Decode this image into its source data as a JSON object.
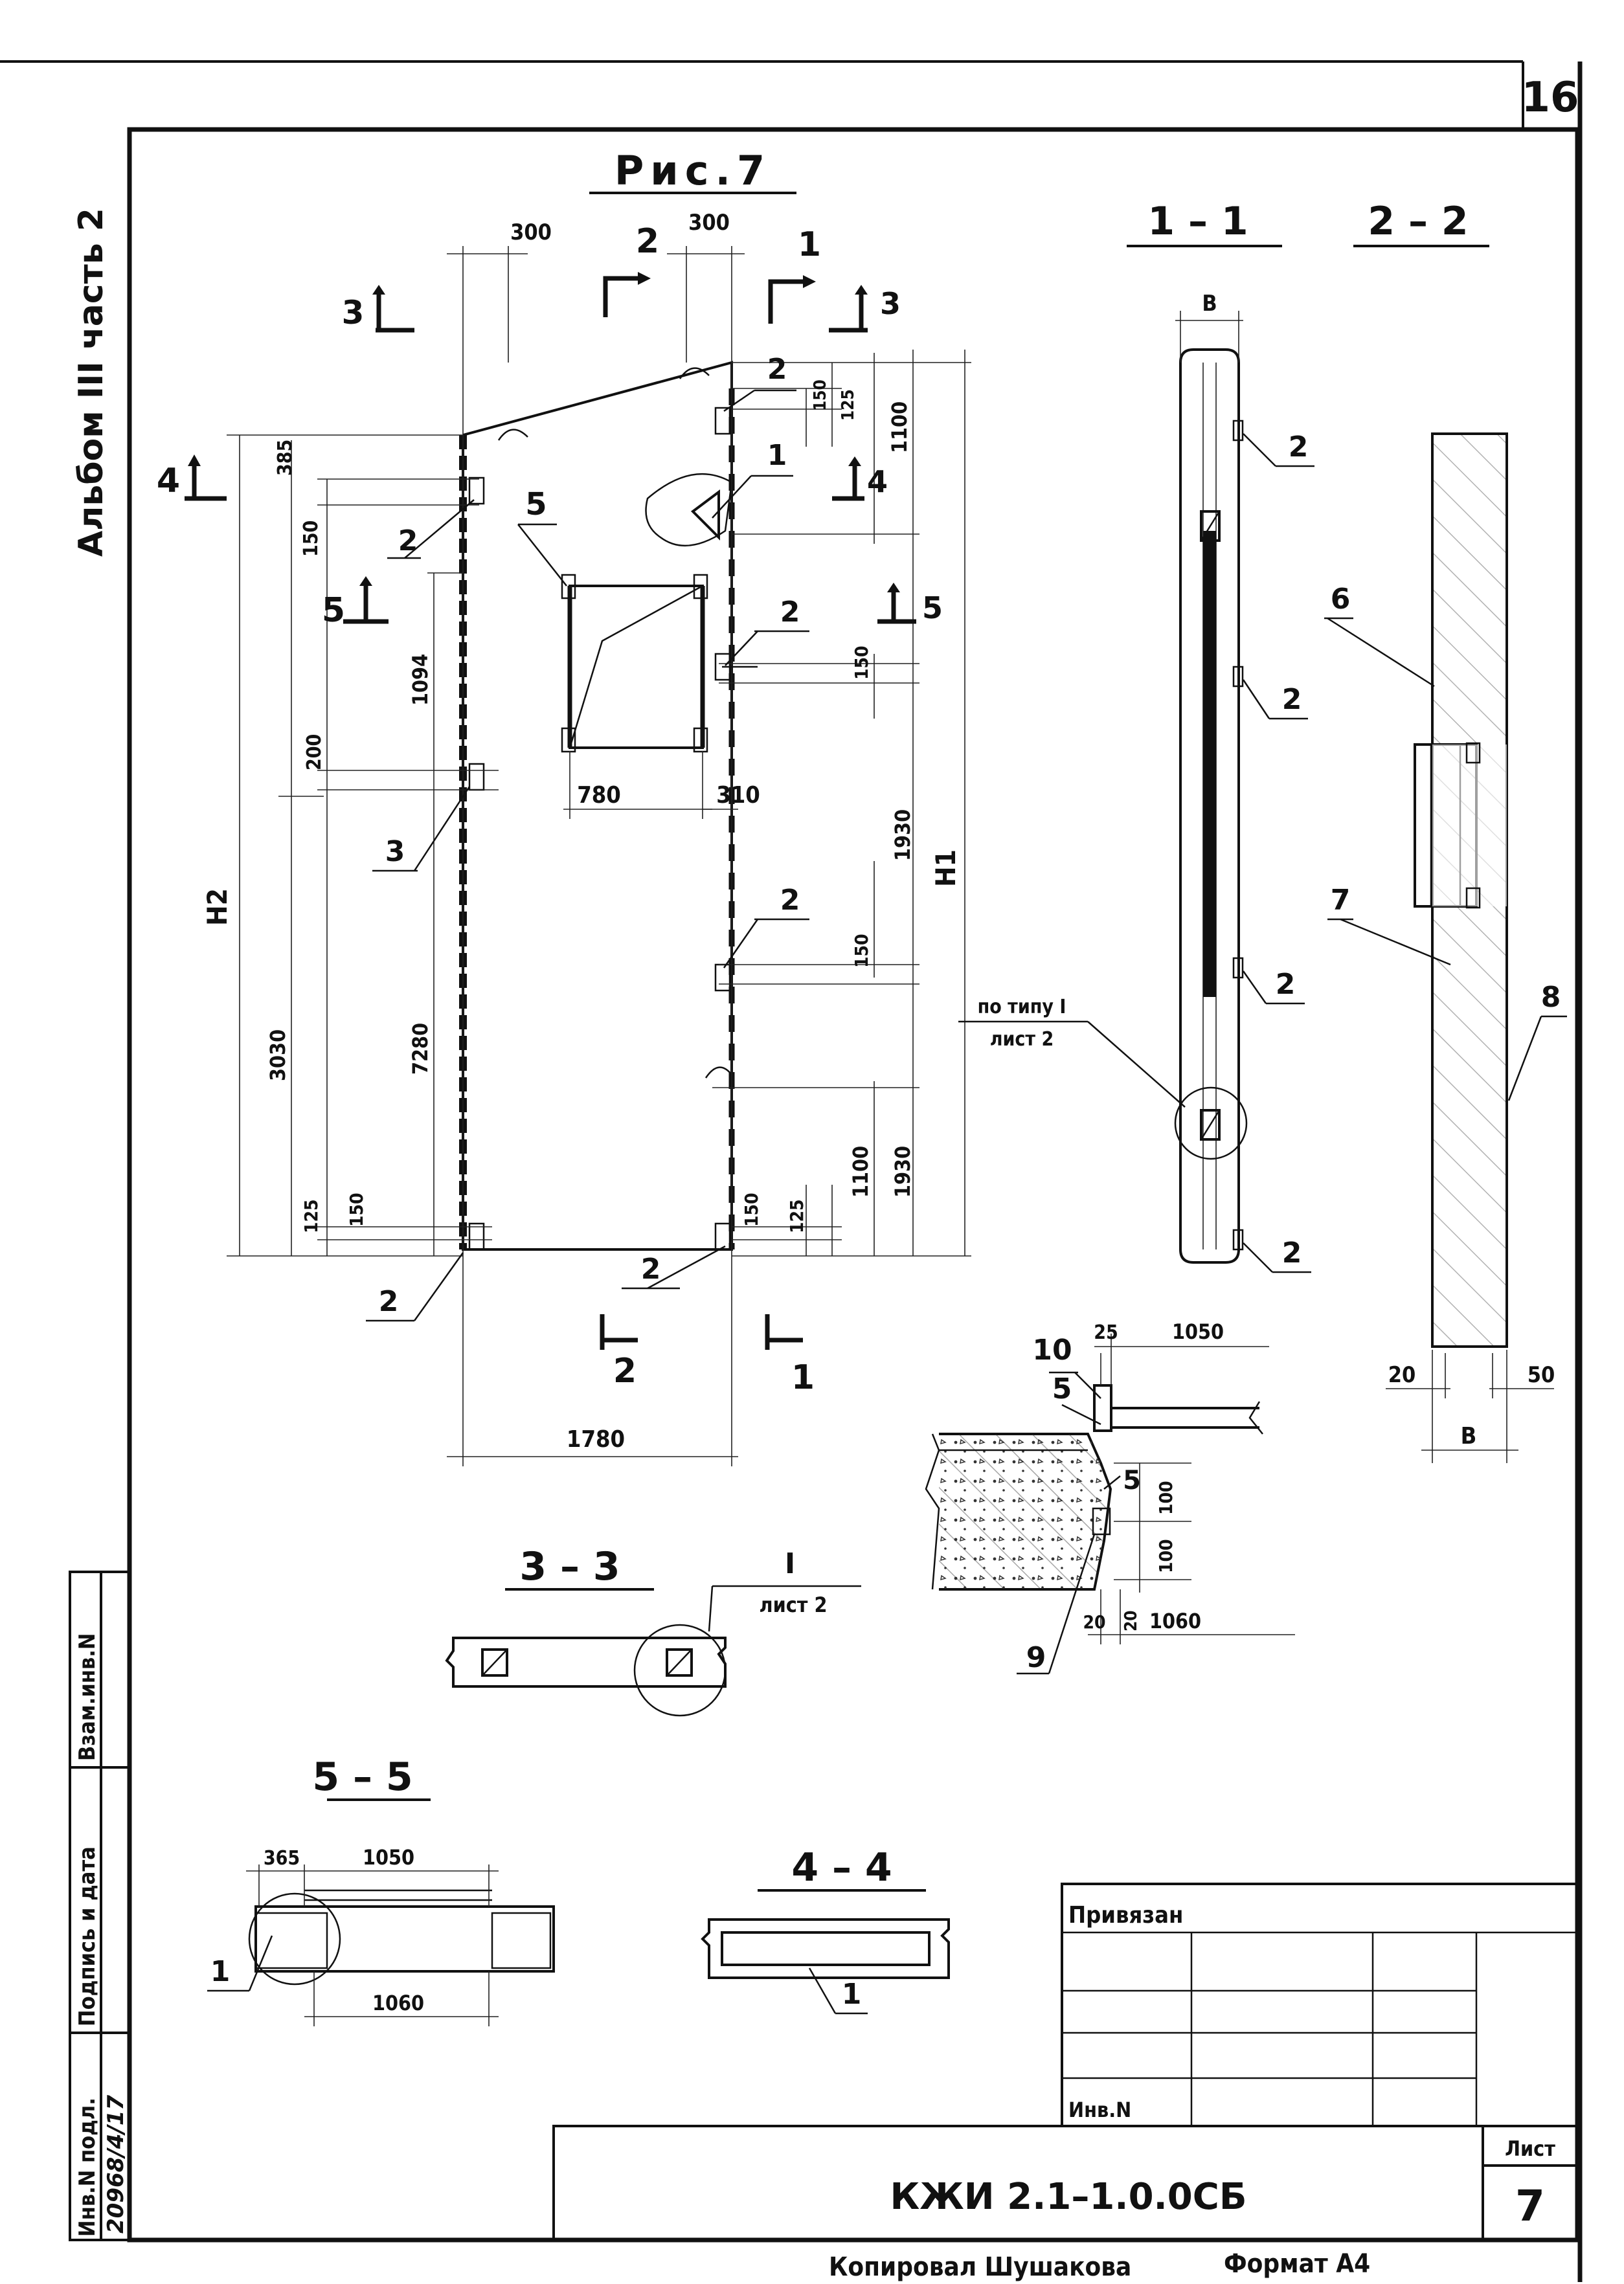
{
  "sheet_number": "16",
  "album_label": "Альбом III часть 2",
  "figure_title": "Рис.7",
  "main_view": {
    "dims_top": [
      "300",
      "300"
    ],
    "dims_left": [
      "385",
      "150",
      "1094",
      "200",
      "7280",
      "3030",
      "125",
      "150"
    ],
    "dims_right": [
      "150",
      "125",
      "1100",
      "150",
      "1930",
      "150",
      "1100",
      "1930",
      "150",
      "125"
    ],
    "dims_window": [
      "780",
      "310"
    ],
    "dim_bottom": "1780",
    "heights": [
      "H2",
      "H1"
    ],
    "callouts": [
      "2",
      "2",
      "2",
      "2",
      "2",
      "2",
      "3",
      "5",
      "1"
    ],
    "section_marks": [
      "1",
      "2",
      "3",
      "3",
      "4",
      "4",
      "5",
      "5",
      "2",
      "1"
    ]
  },
  "section_1_1": {
    "title": "1 – 1",
    "dim": "B",
    "callouts": [
      "2",
      "2",
      "2",
      "2"
    ],
    "ref_line1": "по типу I",
    "ref_line2": "лист 2"
  },
  "section_2_2": {
    "title": "2 – 2",
    "callouts": [
      "6",
      "7",
      "8"
    ],
    "dims": [
      "20",
      "50",
      "B"
    ]
  },
  "node_detail": {
    "callouts": [
      "10",
      "5",
      "5",
      "9"
    ],
    "dims": [
      "25",
      "1050",
      "100",
      "100",
      "20",
      "20",
      "1060"
    ]
  },
  "section_3_3": {
    "title": "3 – 3",
    "ref_num": "I",
    "ref_sheet": "лист 2"
  },
  "section_5_5": {
    "title": "5 – 5",
    "dims": [
      "365",
      "1050",
      "1060"
    ],
    "callout": "1"
  },
  "section_4_4": {
    "title": "4 – 4",
    "callout": "1"
  },
  "side_stamp": {
    "col1": "Инв.N подл.",
    "col2": "Подпись и дата",
    "col3": "Взам.инв.N",
    "handwritten": "20968/4/17"
  },
  "title_block": {
    "privyazan": "Привязан",
    "inv_label": "Инв.N",
    "code": "КЖИ 2.1–1.0.0СБ",
    "sheet_label": "Лист",
    "sheet_value": "7"
  },
  "footer": {
    "copied": "Копировал Шушакова",
    "format": "Формат А4"
  }
}
